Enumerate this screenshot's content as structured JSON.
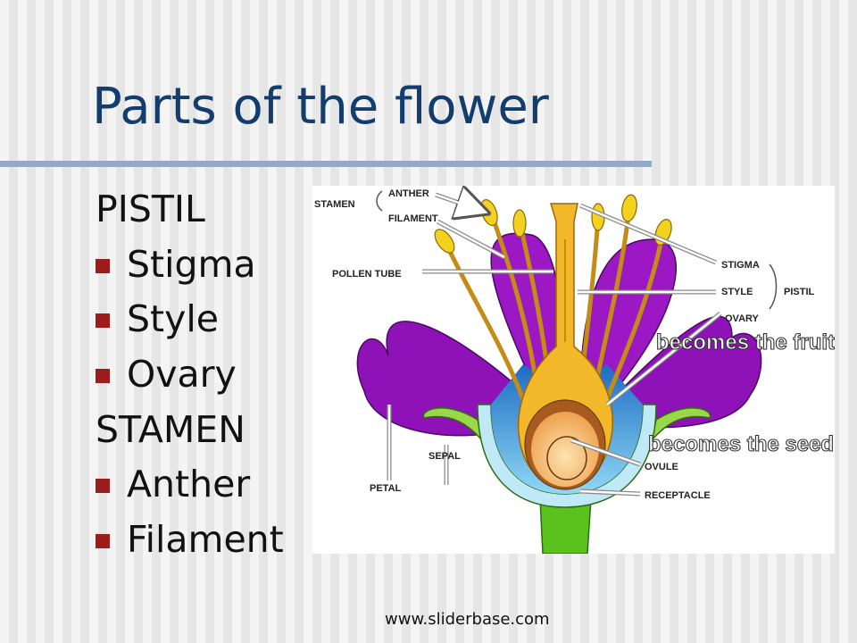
{
  "slide": {
    "title": "Parts of the flower",
    "footer": "www.sliderbase.com",
    "list": [
      {
        "text": "PISTIL",
        "level": 0
      },
      {
        "text": "Stigma",
        "level": 1
      },
      {
        "text": "Style",
        "level": 1
      },
      {
        "text": "Ovary",
        "level": 1
      },
      {
        "text": "STAMEN",
        "level": 0
      },
      {
        "text": "Anther",
        "level": 1
      },
      {
        "text": "Filament",
        "level": 1
      }
    ]
  },
  "diagram": {
    "labels": {
      "stamen": "STAMEN",
      "anther": "ANTHER",
      "filament": "FILAMENT",
      "pollen_tube": "POLLEN TUBE",
      "stigma": "STIGMA",
      "style": "STYLE",
      "pistil": "PISTIL",
      "ovary": "OVARY",
      "ovule": "OVULE",
      "receptacle": "RECEPTACLE",
      "sepal": "SEPAL",
      "petal": "PETAL"
    },
    "annotations": {
      "fruit": "becomes the fruit",
      "seed": "becomes the seed"
    },
    "colors": {
      "petal": "#8f12b8",
      "stamen": "#f2d21e",
      "pistil": "#f3b72a",
      "ovary_inner": "#f0b060",
      "sepal": "#9ad84a",
      "stem": "#5bc21d",
      "receptacle": "#bfe9f6",
      "bullet": "#9e1c1c",
      "title": "#123d6e"
    }
  }
}
